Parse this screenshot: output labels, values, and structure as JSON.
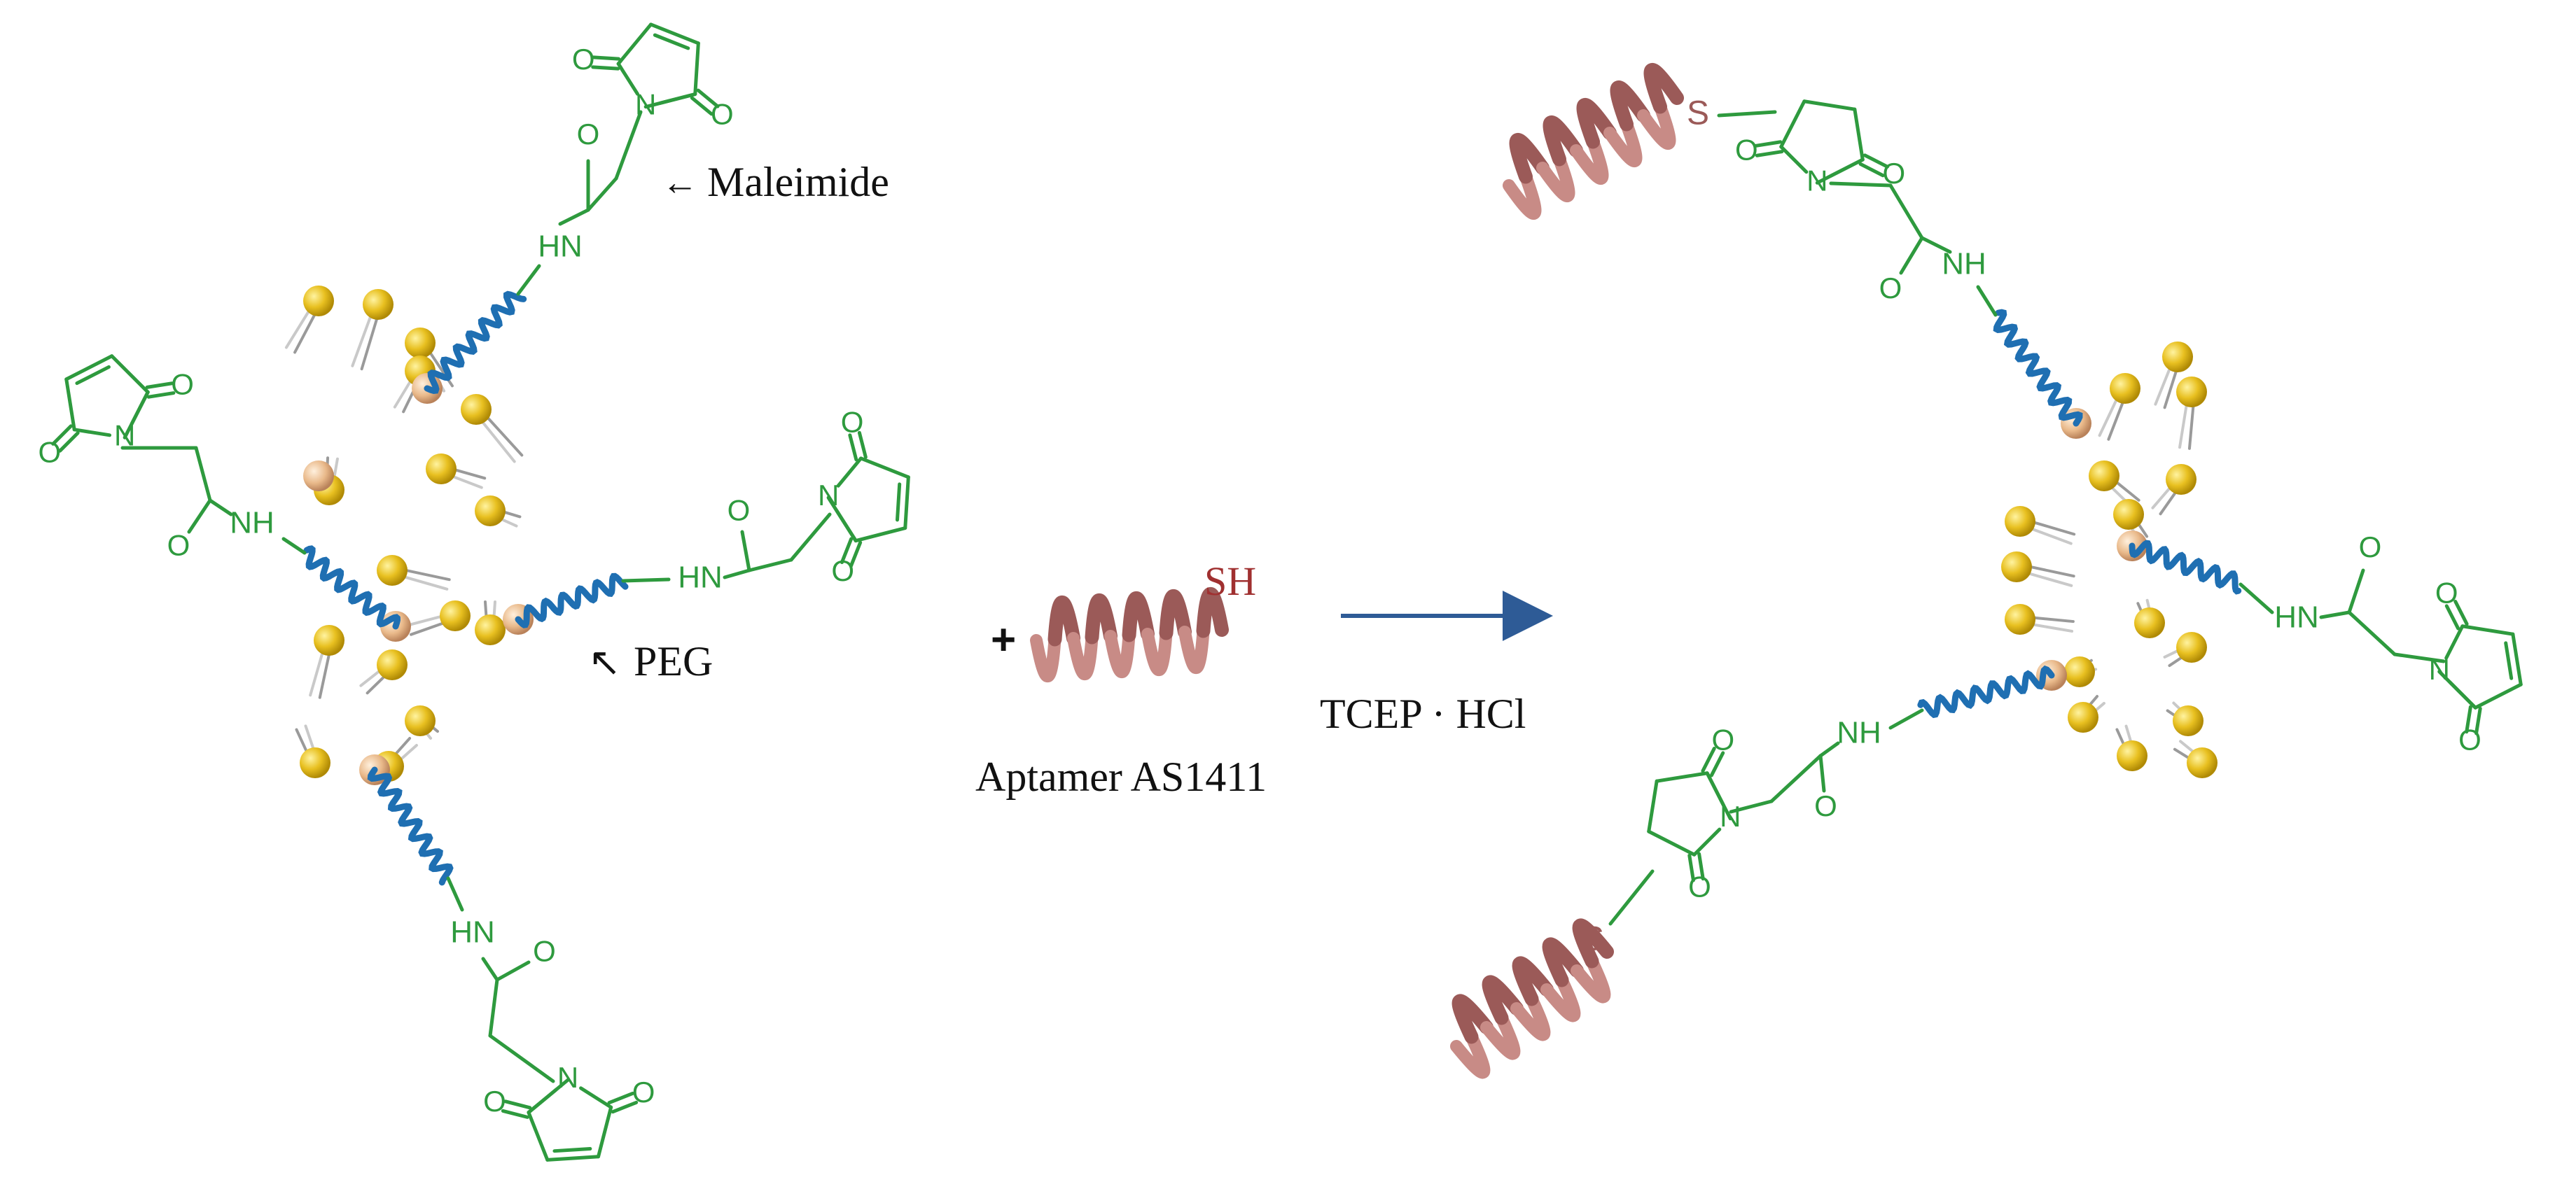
{
  "labels": {
    "maleimide": "Maleimide",
    "maleimide_arrow": "←",
    "peg": "PEG",
    "peg_arrow": "↖",
    "plus": "+",
    "sh": "SH",
    "aptamer": "Aptamer AS1411",
    "reagent": "TCEP · HCl",
    "sulfur": "S",
    "nh": "NH",
    "hn": "HN",
    "n": "N",
    "o": "O"
  },
  "colors": {
    "linker_green": "#2e9a3e",
    "peg_blue": "#1f6fb2",
    "aptamer_brown": "#9b5a58",
    "lipid_head": "#e8c020",
    "core_bead": "#e9b98a",
    "lipid_tail": "#9a9a9a",
    "arrow": "#2e5b96",
    "text": "#111111",
    "sh_text": "#a03030"
  }
}
